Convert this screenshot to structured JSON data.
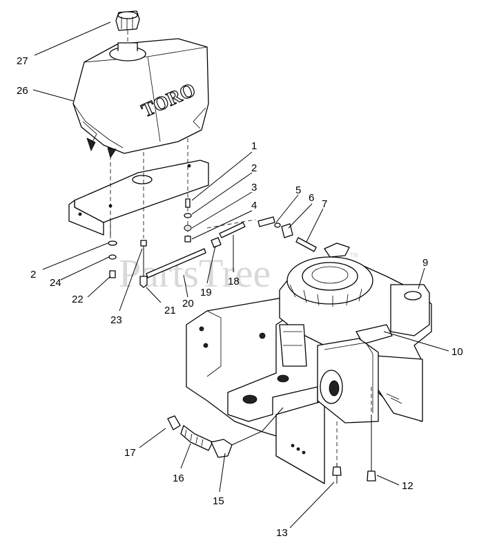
{
  "brand_text": "TORO",
  "watermark": {
    "text": "PartsTree",
    "tm": "TM"
  },
  "callouts": {
    "c1": "1",
    "c2a": "2",
    "c3": "3",
    "c4": "4",
    "c5": "5",
    "c6": "6",
    "c7": "7",
    "c9": "9",
    "c10": "10",
    "c12": "12",
    "c13": "13",
    "c15": "15",
    "c16": "16",
    "c17": "17",
    "c18": "18",
    "c19": "19",
    "c20": "20",
    "c21": "21",
    "c2b": "2",
    "c22": "22",
    "c23": "23",
    "c24": "24",
    "c26": "26",
    "c27": "27"
  }
}
